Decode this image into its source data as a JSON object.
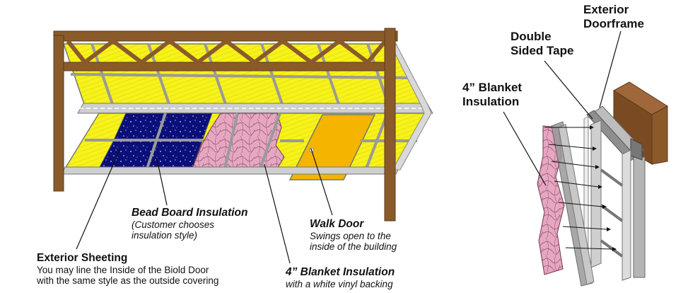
{
  "labels": {
    "exterior_sheeting": {
      "title": "Exterior Sheeting",
      "line1": "You may line the Inside of the Biold Door",
      "line2": "with the same style as the outside covering"
    },
    "bead_board": {
      "title": "Bead Board Insulation",
      "line1": "(Customer chooses",
      "line2": "insulation style)"
    },
    "walk_door": {
      "title": "Walk Door",
      "line1": "Swings open to the",
      "line2": "inside of the building"
    },
    "blanket_bottom": {
      "title": "4” Blanket Insulation",
      "line1": "with a white vinyl backing"
    },
    "exterior_doorframe": {
      "line1": "Exterior",
      "line2": "Doorframe"
    },
    "double_sided_tape": {
      "line1": "Double",
      "line2": "Sided Tape"
    },
    "blanket_right": {
      "line1": "4” Blanket",
      "line2": "Insulation"
    }
  },
  "colors": {
    "wood": "#8B5A2B",
    "panel_yellow": "#F7F21B",
    "bead_blue": "#0B0F7A",
    "blanket_pink": "#E7A6C2",
    "door_orange": "#F5B400",
    "steel_gray": "#9A9A9A"
  }
}
